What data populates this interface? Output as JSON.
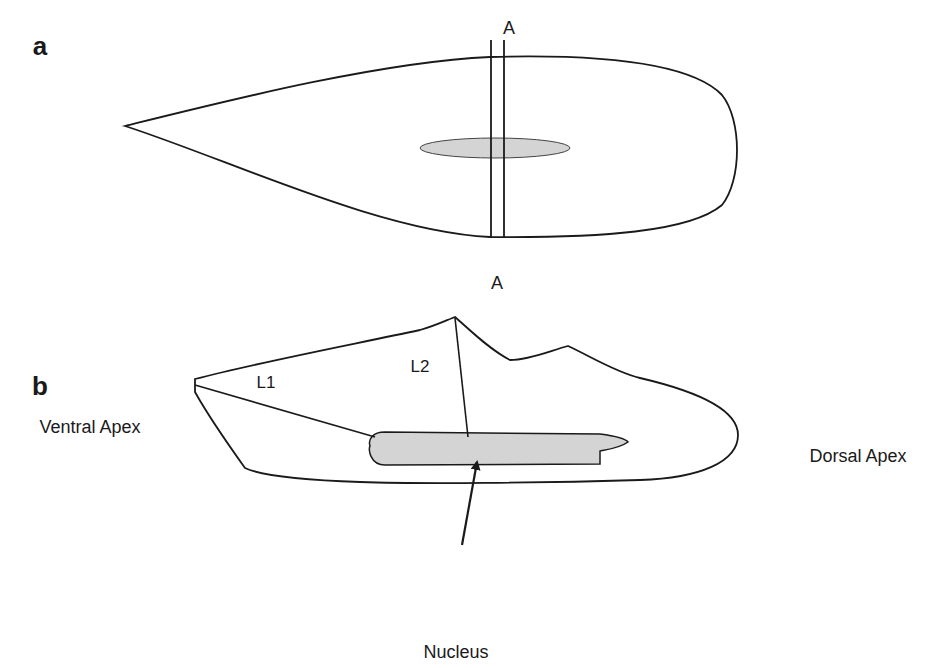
{
  "diagram": {
    "labels": [
      "a",
      "A",
      "A",
      "b",
      "Ventral Apex",
      "L1",
      "L2",
      "Dorsal Apex",
      "Nucleus"
    ]
  }
}
